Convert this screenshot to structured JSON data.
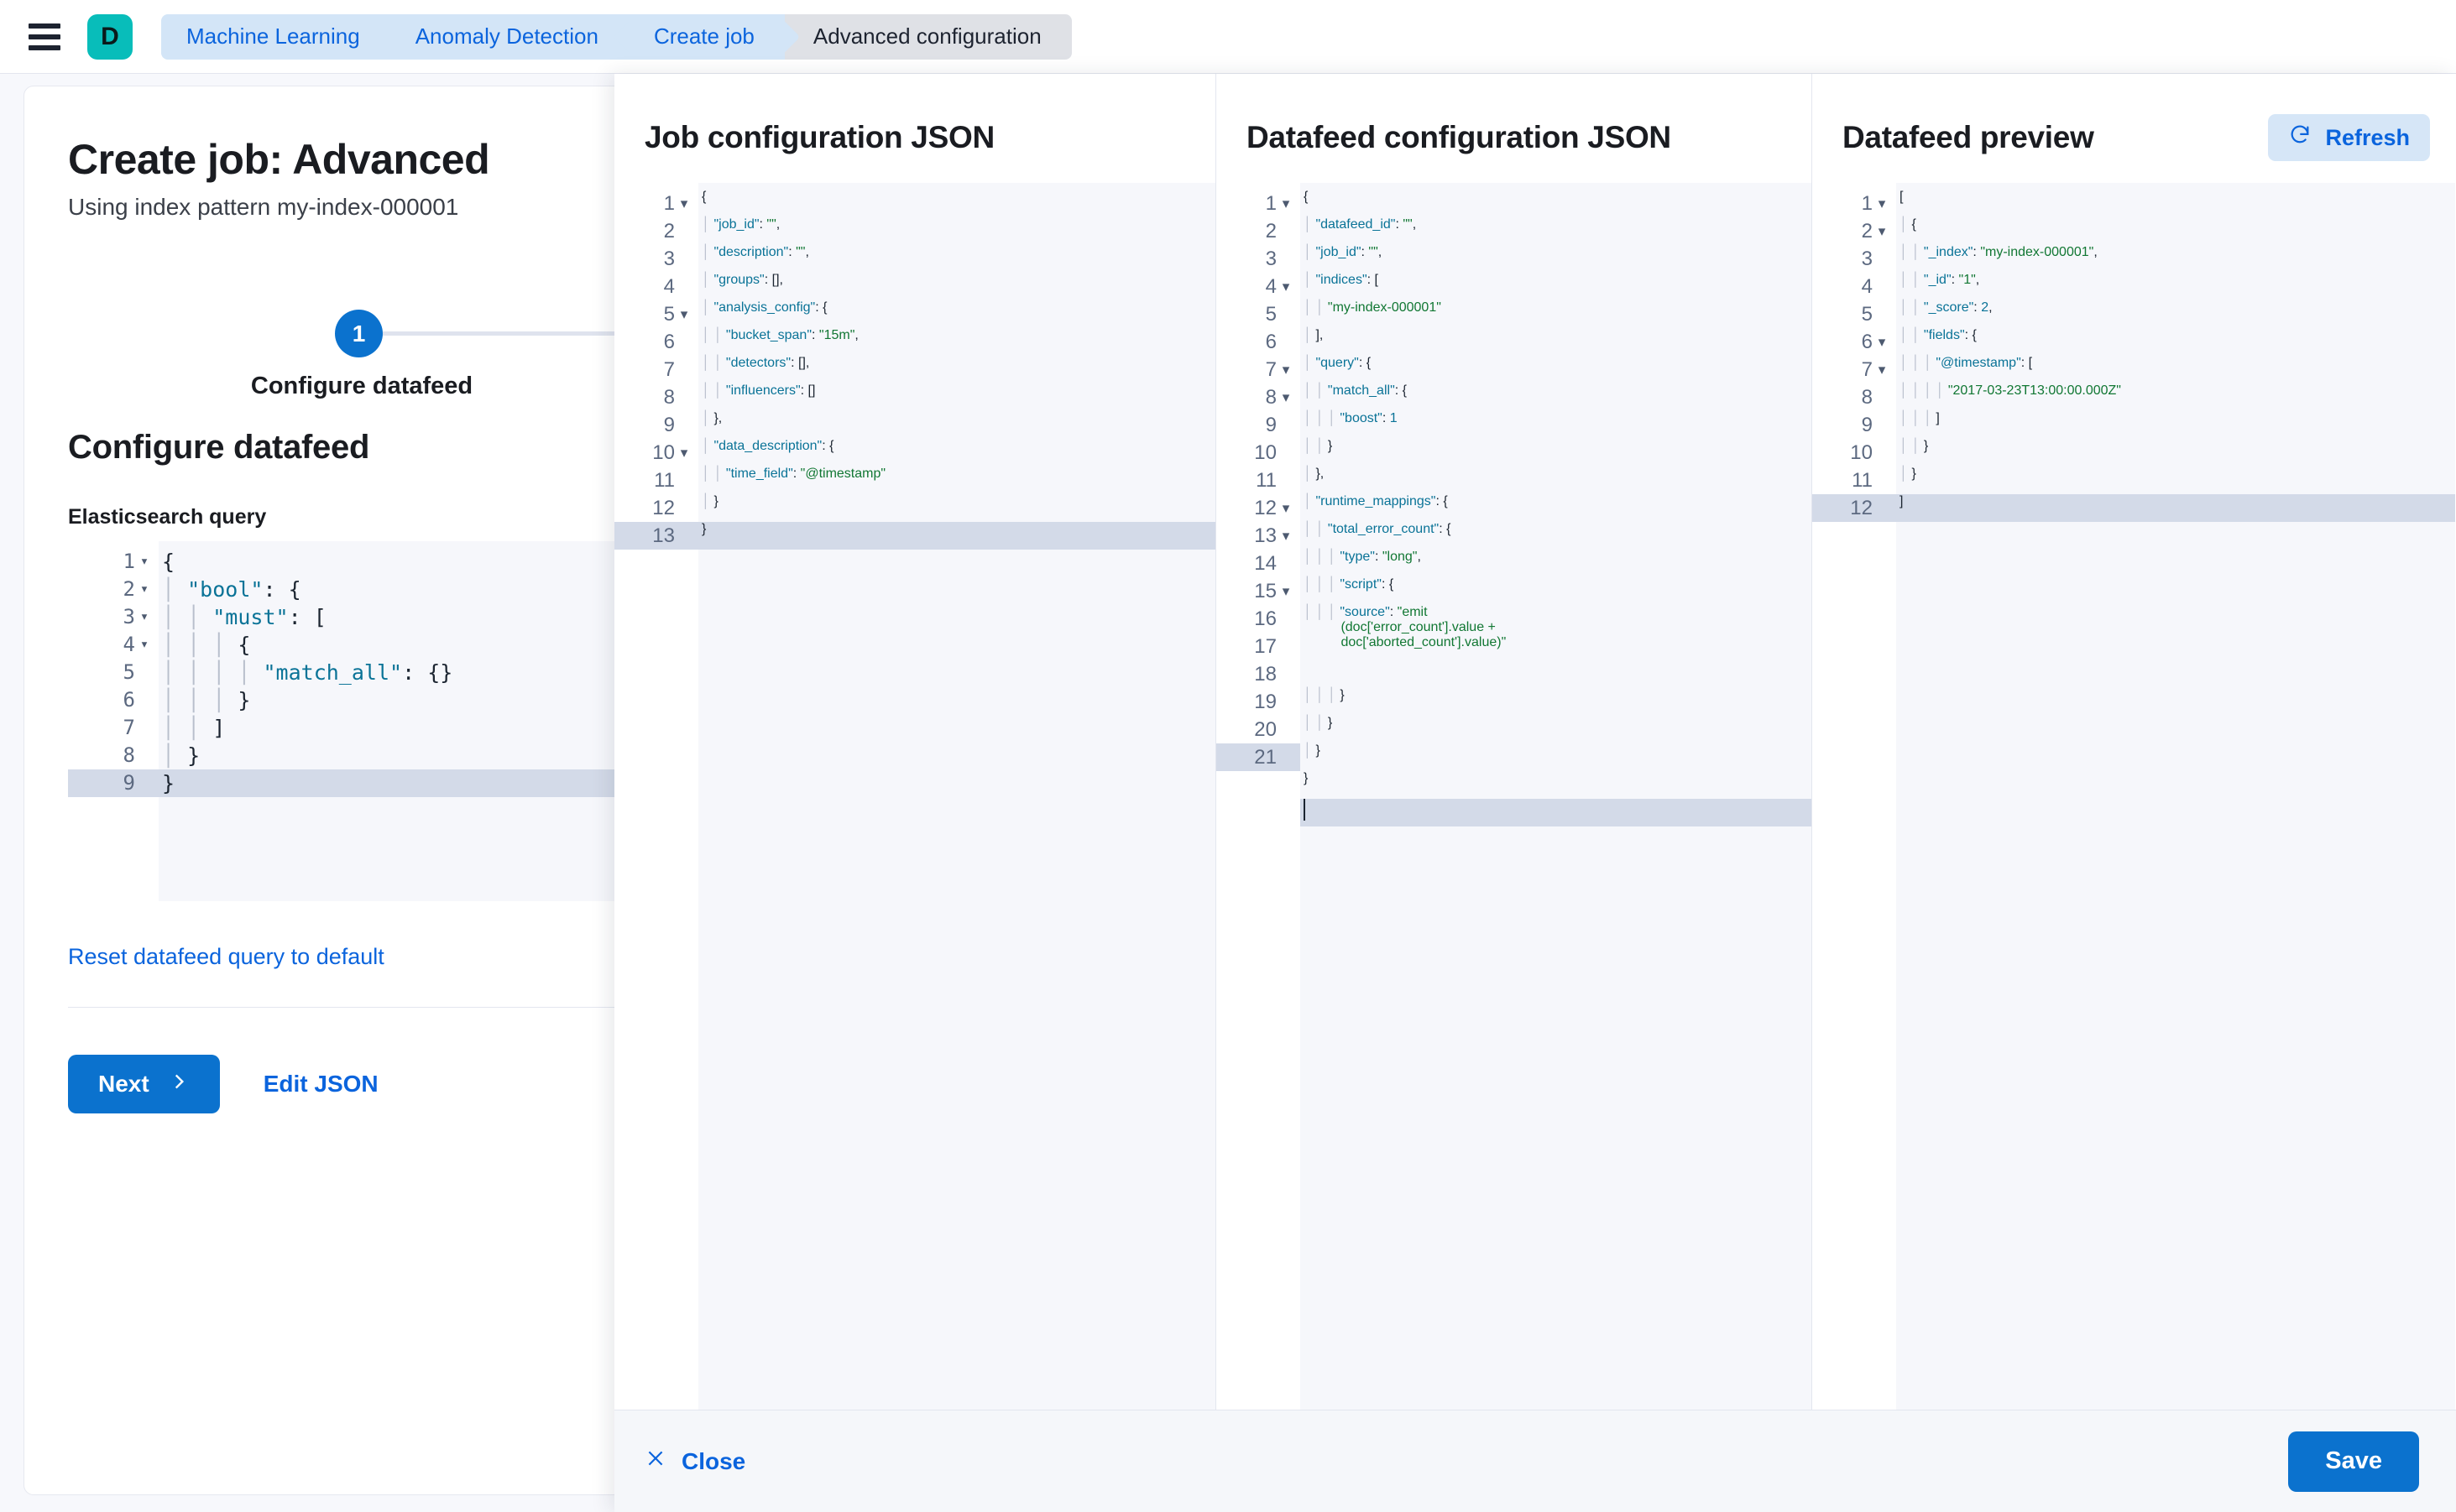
{
  "topbar": {
    "menu_icon": "hamburger-icon",
    "logo_letter": "D",
    "breadcrumbs": [
      {
        "label": "Machine Learning",
        "current": false
      },
      {
        "label": "Anomaly Detection",
        "current": false
      },
      {
        "label": "Create job",
        "current": false
      },
      {
        "label": "Advanced configuration",
        "current": true
      }
    ]
  },
  "background_page": {
    "title": "Create job: Advanced",
    "subtitle": "Using index pattern my-index-000001",
    "step_number": "1",
    "step_label": "Configure datafeed",
    "section_title": "Configure datafeed",
    "field_label": "Elasticsearch query",
    "reset_link": "Reset datafeed query to default",
    "next_button": "Next",
    "next_icon": "chevron-right-icon",
    "edit_json_button": "Edit JSON",
    "es_query_editor": {
      "highlight_line": 9,
      "lines": [
        {
          "n": 1,
          "fold": true,
          "text": "{"
        },
        {
          "n": 2,
          "fold": true,
          "text": "  \"bool\": {"
        },
        {
          "n": 3,
          "fold": true,
          "text": "    \"must\": ["
        },
        {
          "n": 4,
          "fold": true,
          "text": "      {"
        },
        {
          "n": 5,
          "fold": false,
          "text": "        \"match_all\": {}"
        },
        {
          "n": 6,
          "fold": false,
          "text": "      }"
        },
        {
          "n": 7,
          "fold": false,
          "text": "    ]"
        },
        {
          "n": 8,
          "fold": false,
          "text": "  }"
        },
        {
          "n": 9,
          "fold": false,
          "text": "}"
        }
      ]
    }
  },
  "flyout": {
    "panels": {
      "job_config": {
        "title": "Job configuration JSON",
        "highlight_line": 13,
        "lines": [
          {
            "n": 1,
            "fold": true,
            "text": "{"
          },
          {
            "n": 2,
            "fold": false,
            "text": "  \"job_id\": \"\","
          },
          {
            "n": 3,
            "fold": false,
            "text": "  \"description\": \"\","
          },
          {
            "n": 4,
            "fold": false,
            "text": "  \"groups\": [],"
          },
          {
            "n": 5,
            "fold": true,
            "text": "  \"analysis_config\": {"
          },
          {
            "n": 6,
            "fold": false,
            "text": "    \"bucket_span\": \"15m\","
          },
          {
            "n": 7,
            "fold": false,
            "text": "    \"detectors\": [],"
          },
          {
            "n": 8,
            "fold": false,
            "text": "    \"influencers\": []"
          },
          {
            "n": 9,
            "fold": false,
            "text": "  },"
          },
          {
            "n": 10,
            "fold": true,
            "text": "  \"data_description\": {"
          },
          {
            "n": 11,
            "fold": false,
            "text": "    \"time_field\": \"@timestamp\""
          },
          {
            "n": 12,
            "fold": false,
            "text": "  }"
          },
          {
            "n": 13,
            "fold": false,
            "text": "}"
          }
        ]
      },
      "datafeed_config": {
        "title": "Datafeed configuration JSON",
        "highlight_line": 21,
        "lines": [
          {
            "n": 1,
            "fold": true,
            "text": "{"
          },
          {
            "n": 2,
            "fold": false,
            "text": "  \"datafeed_id\": \"\","
          },
          {
            "n": 3,
            "fold": false,
            "text": "  \"job_id\": \"\","
          },
          {
            "n": 4,
            "fold": true,
            "text": "  \"indices\": ["
          },
          {
            "n": 5,
            "fold": false,
            "text": "    \"my-index-000001\""
          },
          {
            "n": 6,
            "fold": false,
            "text": "  ],"
          },
          {
            "n": 7,
            "fold": true,
            "text": "  \"query\": {"
          },
          {
            "n": 8,
            "fold": true,
            "text": "    \"match_all\": {"
          },
          {
            "n": 9,
            "fold": false,
            "text": "      \"boost\": 1"
          },
          {
            "n": 10,
            "fold": false,
            "text": "    }"
          },
          {
            "n": 11,
            "fold": false,
            "text": "  },"
          },
          {
            "n": 12,
            "fold": true,
            "text": "  \"runtime_mappings\": {"
          },
          {
            "n": 13,
            "fold": true,
            "text": "    \"total_error_count\": {"
          },
          {
            "n": 14,
            "fold": false,
            "text": "      \"type\": \"long\","
          },
          {
            "n": 15,
            "fold": true,
            "text": "      \"script\": {"
          },
          {
            "n": 16,
            "fold": false,
            "text": "        \"source\": \"emit(doc['error_count'].value + doc['aborted_count'].value)\"",
            "wrapped": true
          },
          {
            "n": 17,
            "fold": false,
            "text": "      }"
          },
          {
            "n": 18,
            "fold": false,
            "text": "    }"
          },
          {
            "n": 19,
            "fold": false,
            "text": "  }"
          },
          {
            "n": 20,
            "fold": false,
            "text": "}"
          },
          {
            "n": 21,
            "fold": false,
            "text": "",
            "caret": true
          }
        ]
      },
      "preview": {
        "title": "Datafeed preview",
        "refresh_label": "Refresh",
        "refresh_icon": "refresh-icon",
        "highlight_line": 12,
        "lines": [
          {
            "n": 1,
            "fold": true,
            "text": "["
          },
          {
            "n": 2,
            "fold": true,
            "text": "  {"
          },
          {
            "n": 3,
            "fold": false,
            "text": "    \"_index\": \"my-index-000001\","
          },
          {
            "n": 4,
            "fold": false,
            "text": "    \"_id\": \"1\","
          },
          {
            "n": 5,
            "fold": false,
            "text": "    \"_score\": 2,"
          },
          {
            "n": 6,
            "fold": true,
            "text": "    \"fields\": {"
          },
          {
            "n": 7,
            "fold": true,
            "text": "      \"@timestamp\": ["
          },
          {
            "n": 8,
            "fold": false,
            "text": "        \"2017-03-23T13:00:00.000Z\""
          },
          {
            "n": 9,
            "fold": false,
            "text": "      ]"
          },
          {
            "n": 10,
            "fold": false,
            "text": "    }"
          },
          {
            "n": 11,
            "fold": false,
            "text": "  }"
          },
          {
            "n": 12,
            "fold": false,
            "text": "]"
          }
        ]
      }
    },
    "footer": {
      "close_label": "Close",
      "close_icon": "close-x-icon",
      "save_label": "Save"
    }
  },
  "colors": {
    "accent_blue": "#0b72ce",
    "link_blue": "#0b64dd",
    "logo_teal": "#08bdba",
    "editor_bg": "#f6f7fb",
    "highlight": "#d3dae8",
    "json_key": "#0a7397",
    "json_string": "#117733"
  }
}
